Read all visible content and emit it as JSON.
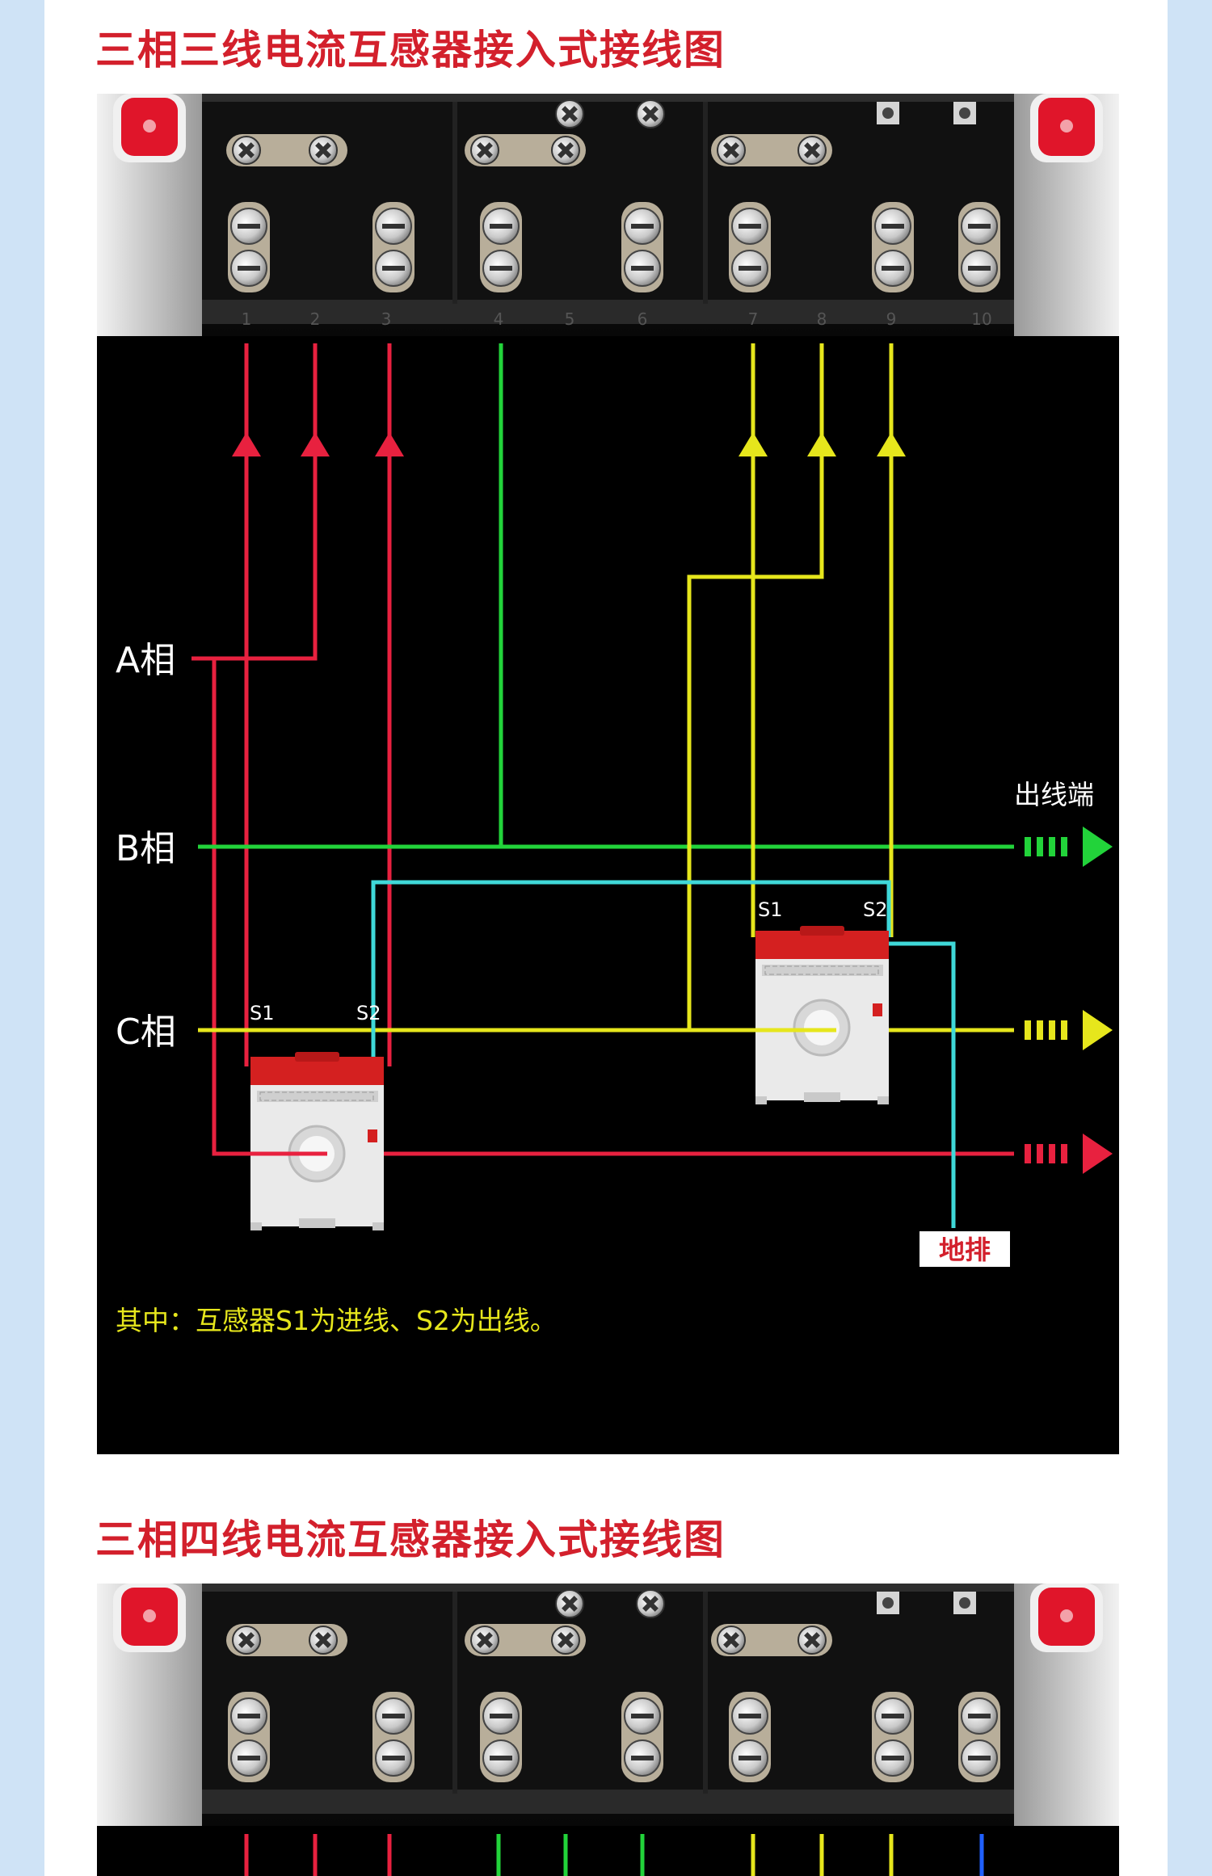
{
  "sections": [
    {
      "title": "三相三线电流互感器接入式接线图"
    },
    {
      "title": "三相四线电流互感器接入式接线图"
    }
  ],
  "diagram1": {
    "phase_a": "A相",
    "phase_b": "B相",
    "phase_c": "C相",
    "outlet": "出线端",
    "ground_bar": "地排",
    "ct_left_s1": "S1",
    "ct_left_s2": "S2",
    "ct_right_s1": "S1",
    "ct_right_s2": "S2",
    "note": "其中：互感器S1为进线、S2为出线。",
    "terminal_numbers": [
      "1",
      "2",
      "3",
      "4",
      "5",
      "6",
      "7",
      "8",
      "9",
      "10"
    ]
  },
  "colors": {
    "phase_a": "#e8213f",
    "phase_b": "#22d33a",
    "phase_c": "#e6e61c",
    "ground": "#3fd8d8",
    "neutral": "#2060ff",
    "title": "#d3202c"
  }
}
